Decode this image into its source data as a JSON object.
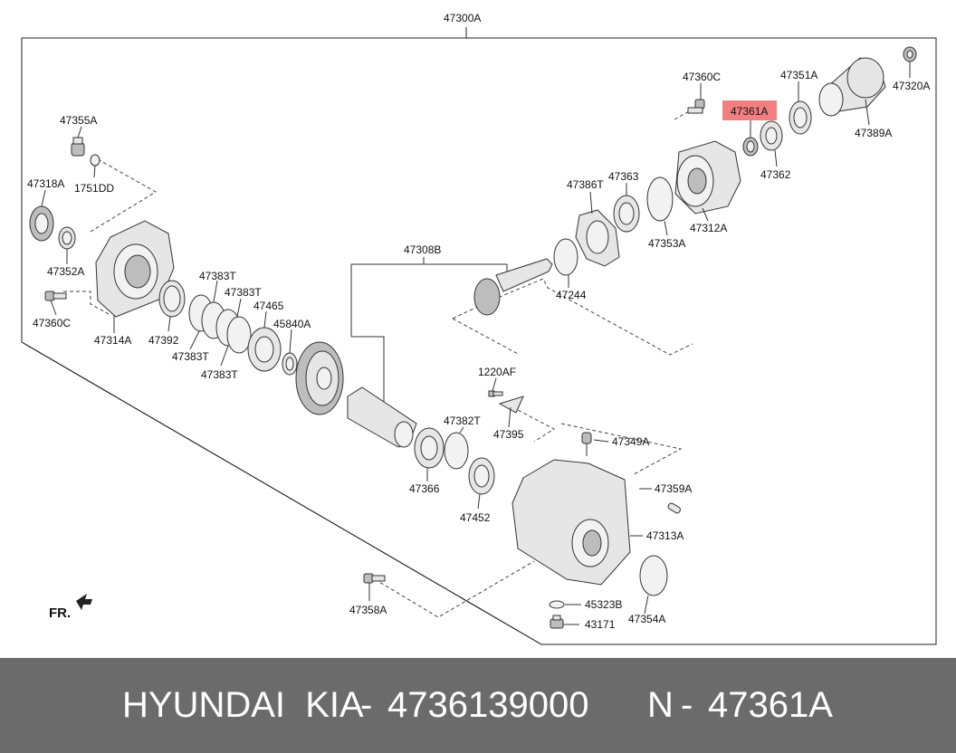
{
  "diagram": {
    "assembly_label": "47300A",
    "sub_assembly_label": "47308B",
    "front_label": "FR.",
    "highlight_color": "#f08080",
    "callouts": {
      "p47355A": "47355A",
      "p1751DD": "1751DD",
      "p47318A": "47318A",
      "p47352A": "47352A",
      "p47360C_left": "47360C",
      "p47314A": "47314A",
      "p47392": "47392",
      "p47383T_a": "47383T",
      "p47383T_b": "47383T",
      "p47383T_c": "47383T",
      "p47383T_d": "47383T",
      "p47465": "47465",
      "p45840A": "45840A",
      "p47244": "47244",
      "p47386T": "47386T",
      "p47363": "47363",
      "p47353A": "47353A",
      "p47312A": "47312A",
      "p47360C_top": "47360C",
      "p47361A": "47361A",
      "p47362": "47362",
      "p47351A": "47351A",
      "p47389A": "47389A",
      "p47320A": "47320A",
      "p1220AF": "1220AF",
      "p47395": "47395",
      "p47382T": "47382T",
      "p47366": "47366",
      "p47452": "47452",
      "p47349A": "47349A",
      "p47359A": "47359A",
      "p47313A": "47313A",
      "p47354A": "47354A",
      "p45323B": "45323B",
      "p43171": "43171",
      "p47358A": "47358A"
    }
  },
  "footer": {
    "brand": "HYUNDAI  KIA",
    "separator": "-",
    "part_number": "4736139000",
    "ref_prefix": "N",
    "ref_code": "47361A",
    "background_color": "#6b6b6b",
    "text_color": "#ffffff"
  }
}
